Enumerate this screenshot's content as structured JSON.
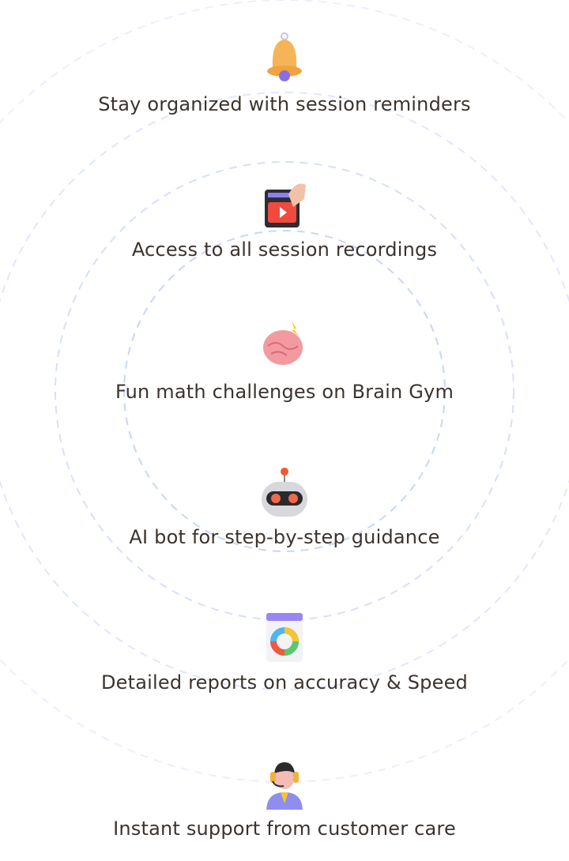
{
  "features": [
    {
      "icon": "bell-icon",
      "label": "Stay organized with session reminders"
    },
    {
      "icon": "video-player-icon",
      "label": "Access to all session recordings"
    },
    {
      "icon": "brain-icon",
      "label": "Fun math challenges on Brain Gym"
    },
    {
      "icon": "robot-icon",
      "label": "AI bot for step-by-step guidance"
    },
    {
      "icon": "report-chart-icon",
      "label": "Detailed reports on accuracy & Speed"
    },
    {
      "icon": "customer-support-icon",
      "label": "Instant support from customer care"
    }
  ],
  "colors": {
    "text": "#3b332e",
    "ring": "#c9d6fb"
  }
}
